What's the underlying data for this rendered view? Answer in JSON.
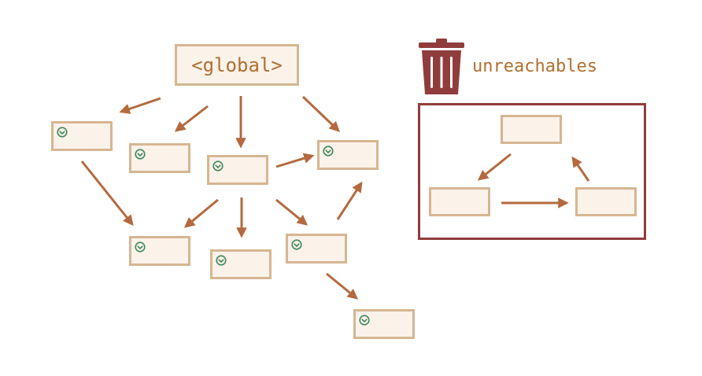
{
  "diagram": {
    "root_label": "<global>",
    "unreachable_label": "unreachables",
    "colors": {
      "arrow": "#b46a3e",
      "node_fill": "#fbf2ea",
      "node_border": "#d6b692",
      "zone_border": "#913c3c",
      "trash": "#913c3c",
      "check": "#3f8a5a",
      "label_text": "#b0702f"
    },
    "icons": [
      "trash-icon",
      "check-circle-icon"
    ],
    "reachable_nodes": [
      "n1",
      "n2",
      "n3",
      "n4",
      "n5",
      "n6",
      "n7",
      "n8"
    ],
    "unreachable_nodes": [
      "u1",
      "u2",
      "u3"
    ],
    "edges": [
      [
        "global",
        "n1"
      ],
      [
        "global",
        "n2"
      ],
      [
        "global",
        "n3"
      ],
      [
        "global",
        "n4"
      ],
      [
        "n1",
        "n5"
      ],
      [
        "n3",
        "n4"
      ],
      [
        "n3",
        "n5"
      ],
      [
        "n3",
        "n6"
      ],
      [
        "n3",
        "n7"
      ],
      [
        "n7",
        "n4"
      ],
      [
        "n7",
        "n8"
      ],
      [
        "u1",
        "u2"
      ],
      [
        "u2",
        "u3"
      ],
      [
        "u3",
        "u1"
      ]
    ]
  }
}
